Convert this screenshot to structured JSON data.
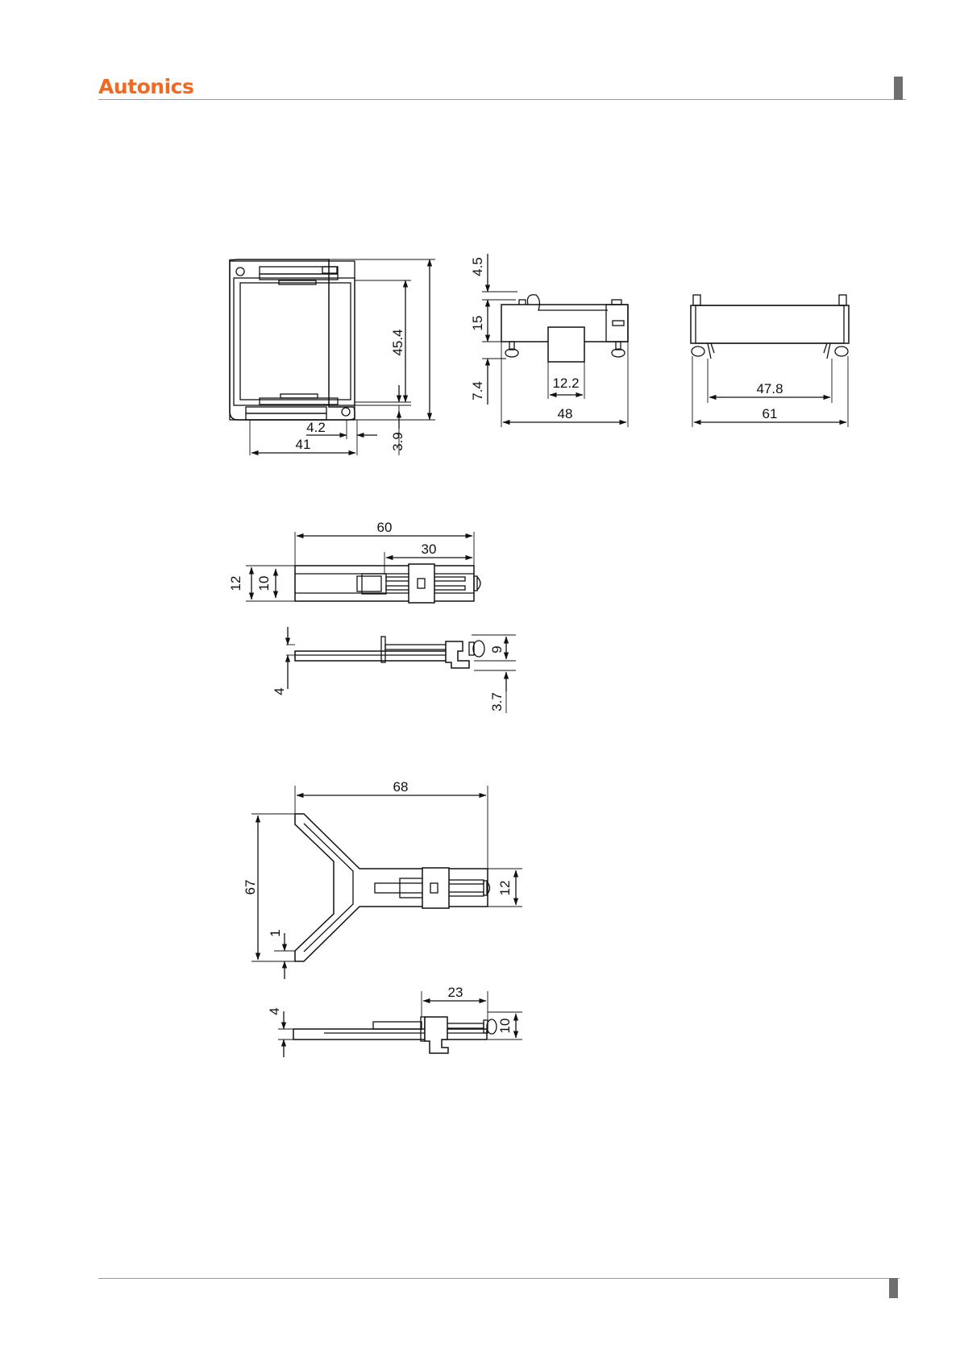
{
  "brand": {
    "name": "Autonics",
    "color": "#f26a21"
  },
  "colors": {
    "rule": "#9a9a9a",
    "tab": "#6f6f6f",
    "line": "#111111"
  },
  "dims": {
    "socket_front": {
      "height_inner": "45.4",
      "offset": "4.2",
      "width": "41",
      "gap": "3.9"
    },
    "socket_side": {
      "top": "4.5",
      "body": "15",
      "pin": "7.4",
      "slot": "12.2",
      "width": "48"
    },
    "socket_rear": {
      "inner": "47.8",
      "outer": "61"
    },
    "clip_a": {
      "length": "60",
      "half": "30",
      "outer_w": "12",
      "inner_w": "10",
      "hook_h": "9",
      "base": "3.7",
      "thickness": "4"
    },
    "clip_b": {
      "length": "68",
      "span": "67",
      "arm": "1",
      "width": "12",
      "hook_w": "23",
      "hook_h": "10",
      "thickness": "4"
    }
  }
}
